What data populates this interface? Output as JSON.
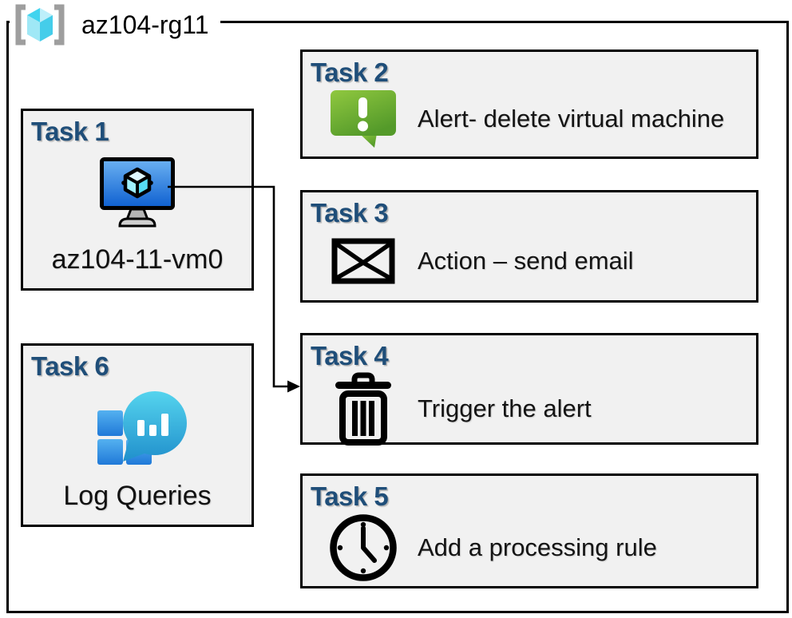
{
  "resource_group": {
    "label": "az104-rg11",
    "icon": "resource-group-icon"
  },
  "tasks": {
    "task1": {
      "heading": "Task 1",
      "label": "az104-11-vm0",
      "icon": "virtual-machine-icon"
    },
    "task2": {
      "heading": "Task 2",
      "label": "Alert- delete virtual machine",
      "icon": "alert-message-icon"
    },
    "task3": {
      "heading": "Task 3",
      "label": "Action – send email",
      "icon": "email-envelope-icon"
    },
    "task4": {
      "heading": "Task 4",
      "label": "Trigger the alert",
      "icon": "trash-delete-icon"
    },
    "task5": {
      "heading": "Task 5",
      "label": "Add a processing rule",
      "icon": "clock-icon"
    },
    "task6": {
      "heading": "Task 6",
      "label": "Log Queries",
      "icon": "log-queries-icon"
    }
  },
  "connector": {
    "from": "task1",
    "to": "task4",
    "style": "elbow-arrow"
  },
  "colors": {
    "heading_blue": "#1f4e79",
    "box_fill": "#f1f1f1",
    "border_black": "#000000",
    "alert_green_top": "#90c83f",
    "alert_green_bottom": "#549a2a",
    "vm_screen_top": "#6cb2f2",
    "vm_screen_bottom": "#0d5fd0",
    "cube_cyan": "#50e6ff",
    "log_bubble_top": "#55d4ee",
    "log_bubble_bottom": "#1f8ecb",
    "log_square_top": "#54b1f0",
    "log_square_bottom": "#2079d8",
    "bracket_gray": "#9e9e9e"
  }
}
